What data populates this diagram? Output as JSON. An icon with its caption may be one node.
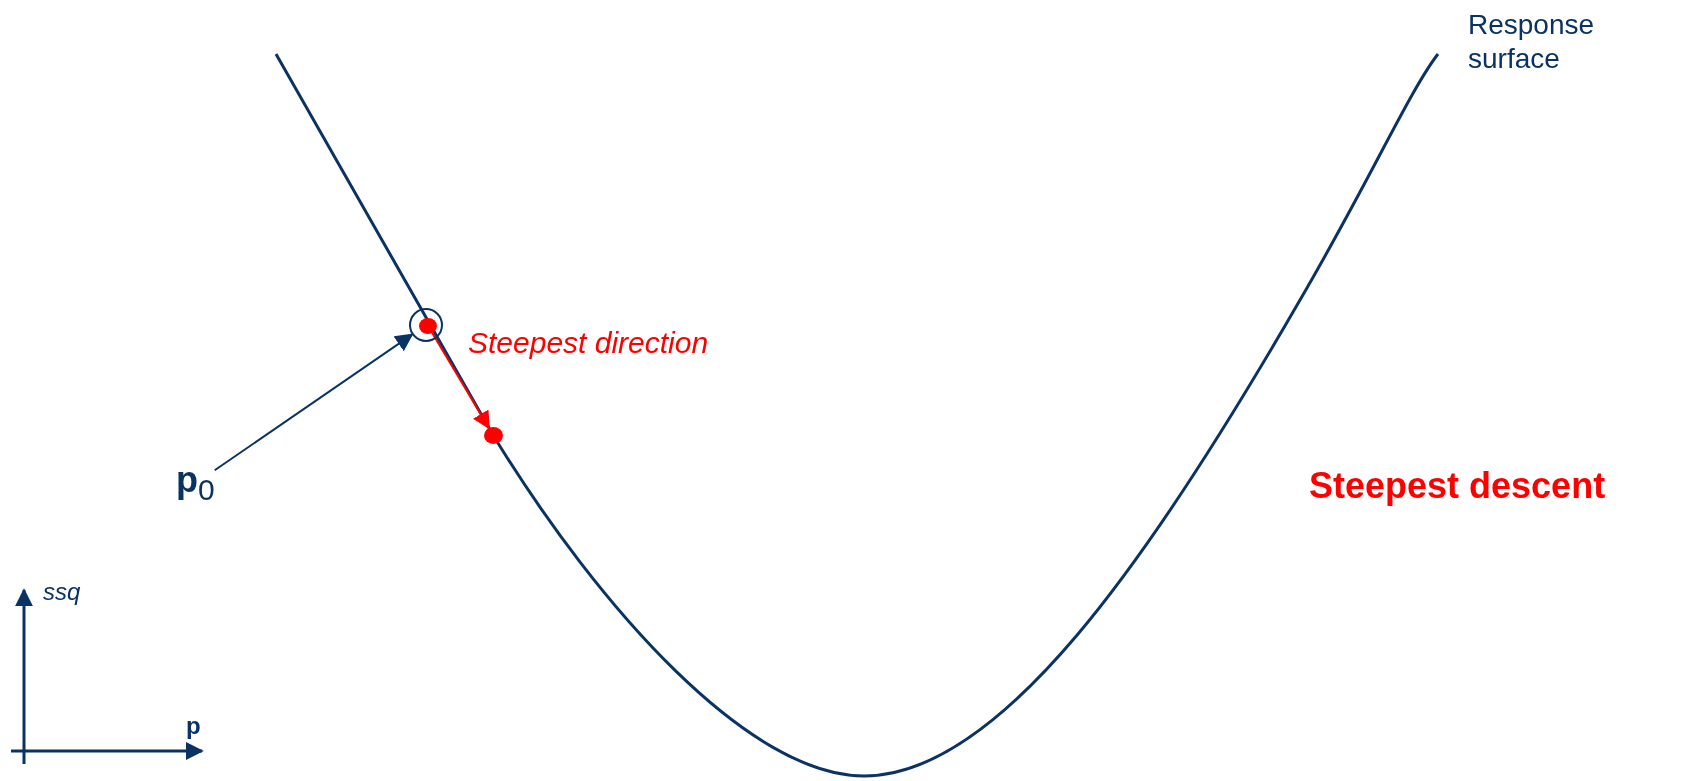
{
  "diagram": {
    "nodes": [
      {
        "text": [
          "**p**$_{0}$"
        ]
      },
      {
        "text": [],
        "shape": "circle"
      },
      {
        "text": [],
        "shape": "circle",
        "in": 1
      },
      {
        "text": [],
        "shape": "circle"
      }
    ],
    "edges": [
      {
        "from": 0,
        "to": 1,
        "arrow": "to"
      },
      {
        "from": 2,
        "to": 3,
        "arrow": "to",
        "color": "#ff0000",
        "label": "Steepest direction"
      }
    ],
    "labels": [
      "Response surface",
      "Steepest descent",
      "ssq",
      "p"
    ]
  }
}
